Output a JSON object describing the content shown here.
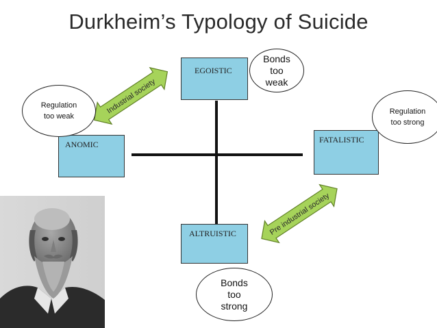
{
  "title": "Durkheim’s Typology of Suicide",
  "boxes": {
    "egoistic": "EGOISTIC",
    "anomic": "ANOMIC",
    "fatalistic": "FATALISTIC",
    "altruistic": "ALTRUISTIC"
  },
  "bubbles": {
    "bonds_weak": "Bonds\ntoo\nweak",
    "regulation_weak": "Regulation\ntoo weak",
    "regulation_strong": "Regulation\ntoo strong",
    "bonds_strong": "Bonds\ntoo\nstrong"
  },
  "arrows": {
    "industrial": "Industrial society",
    "pre_industrial": "Pre industrial society"
  },
  "colors": {
    "box_fill": "#8ecfe4",
    "arrow_fill": "#a6d35a",
    "arrow_stroke": "#5f7f25"
  }
}
